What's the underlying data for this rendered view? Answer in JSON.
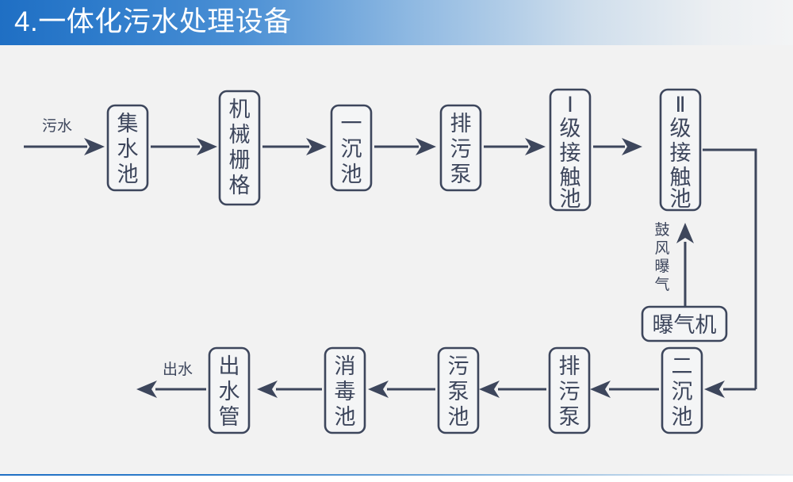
{
  "header": {
    "title": "4.一体化污水处理设备",
    "gradient_from": "#1f6fc4",
    "gradient_to": "#f3f4f5",
    "title_color": "#ffffff"
  },
  "theme": {
    "page_background": "#f2f2f2",
    "stroke_color": "#3d465c",
    "box_fill": "#f4f5f6",
    "accent": "#1f6fc4"
  },
  "diagram": {
    "type": "process-flow",
    "orientation": "serpentine-two-rows",
    "inlet_label": "污水",
    "outlet_label": "出水",
    "aeration_label": "鼓风曝气",
    "row1": [
      {
        "id": "jishuichi",
        "label": "集水池",
        "chars": [
          "集",
          "水",
          "池"
        ],
        "text_direction": "vertical"
      },
      {
        "id": "jixieshange",
        "label": "机械栅格",
        "chars": [
          "机",
          "械",
          "栅",
          "格"
        ],
        "text_direction": "vertical"
      },
      {
        "id": "yichenchi",
        "label": "一沉池",
        "chars": [
          "一",
          "沉",
          "池"
        ],
        "text_direction": "vertical"
      },
      {
        "id": "paiwubeng1",
        "label": "排污泵",
        "chars": [
          "排",
          "污",
          "泵"
        ],
        "text_direction": "vertical"
      },
      {
        "id": "jiejiechi1",
        "label": "Ⅰ级接触池",
        "chars": [
          "Ⅰ",
          "级",
          "接",
          "触",
          "池"
        ],
        "text_direction": "vertical"
      },
      {
        "id": "jiejiechi2",
        "label": "Ⅱ级接触池",
        "chars": [
          "Ⅱ",
          "级",
          "接",
          "触",
          "池"
        ],
        "text_direction": "vertical"
      }
    ],
    "row2": [
      {
        "id": "chushuiguan",
        "label": "出水管",
        "chars": [
          "出",
          "水",
          "管"
        ],
        "text_direction": "vertical"
      },
      {
        "id": "xiaoduchi",
        "label": "消毒池",
        "chars": [
          "消",
          "毒",
          "池"
        ],
        "text_direction": "vertical"
      },
      {
        "id": "wubengchi",
        "label": "污泵池",
        "chars": [
          "污",
          "泵",
          "池"
        ],
        "text_direction": "vertical"
      },
      {
        "id": "paiwubeng2",
        "label": "排污泵",
        "chars": [
          "排",
          "污",
          "泵"
        ],
        "text_direction": "vertical"
      },
      {
        "id": "erchenchi",
        "label": "二沉池",
        "chars": [
          "二",
          "沉",
          "池"
        ],
        "text_direction": "vertical"
      }
    ],
    "equipment": [
      {
        "id": "baoqiji",
        "label": "曝气机",
        "text_direction": "horizontal"
      }
    ],
    "aeration_chars": [
      "鼓",
      "风",
      "曝",
      "气"
    ]
  }
}
